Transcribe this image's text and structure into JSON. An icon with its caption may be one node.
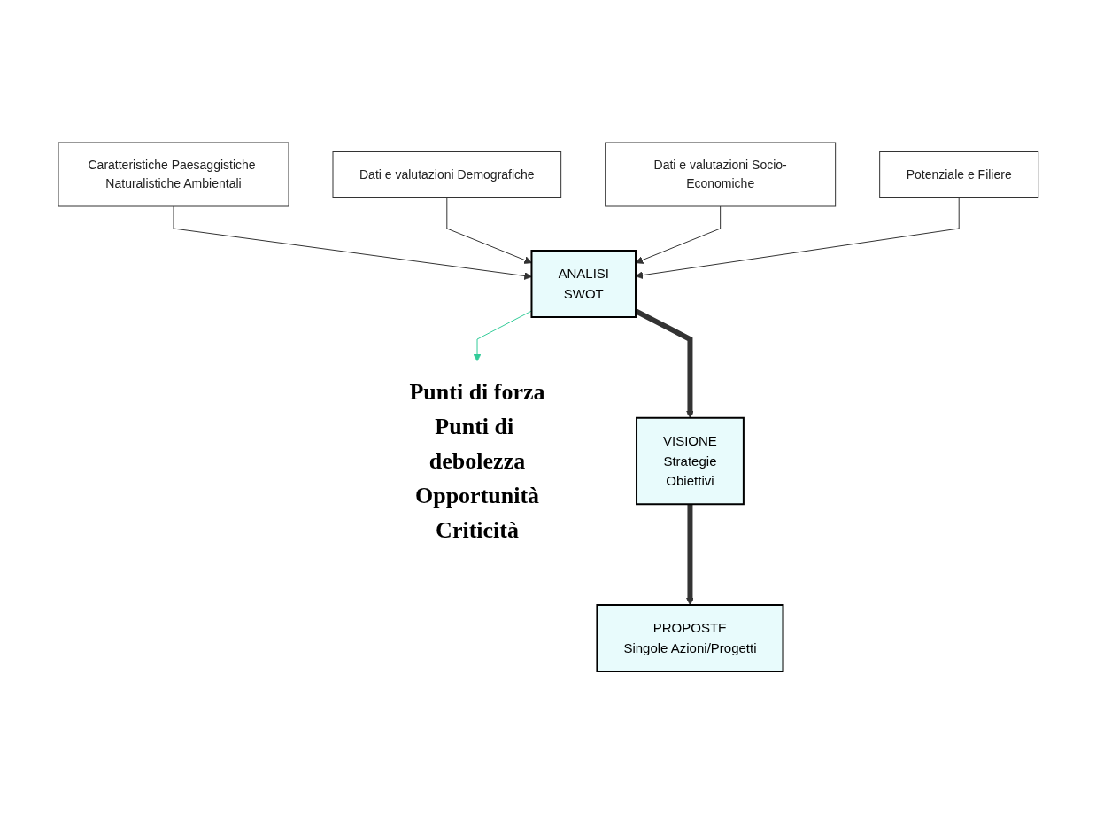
{
  "diagram": {
    "nodes": [
      {
        "text": [
          "Dati e valutazioni Demografiche"
        ]
      },
      {
        "text": [
          "Dati e valutazioni Socio-Economiche"
        ]
      },
      {
        "text": [
          "Caratteristiche Paesaggistiche Naturalistiche Ambientali"
        ]
      },
      {
        "text": [
          "Potenziale e Filiere"
        ]
      },
      {
        "text": [
          "ANALISI",
          "SWOT"
        ]
      },
      {
        "text": [
          "Punti di forza",
          "Punti di debolezza",
          "Opportunità",
          "Criticità"
        ]
      },
      {
        "text": [
          "VISIONE",
          "Strategie",
          "Obiettivi"
        ]
      },
      {
        "text": [
          "PROPOSTE",
          "Singole Azioni/Progetti"
        ]
      }
    ],
    "edges": [
      {
        "from": 2,
        "to": 4,
        "arrow": "to"
      },
      {
        "from": 0,
        "to": 4,
        "arrow": "to"
      },
      {
        "from": 1,
        "to": 4,
        "arrow": "to"
      },
      {
        "from": 3,
        "to": 4,
        "arrow": "to"
      },
      {
        "from": 4,
        "to": 5,
        "arrow": "to",
        "color": "#33cc99"
      },
      {
        "from": 4,
        "to": 6,
        "arrow": "to",
        "style": "thick"
      },
      {
        "from": 6,
        "to": 7,
        "arrow": "to",
        "style": "thick"
      }
    ]
  }
}
